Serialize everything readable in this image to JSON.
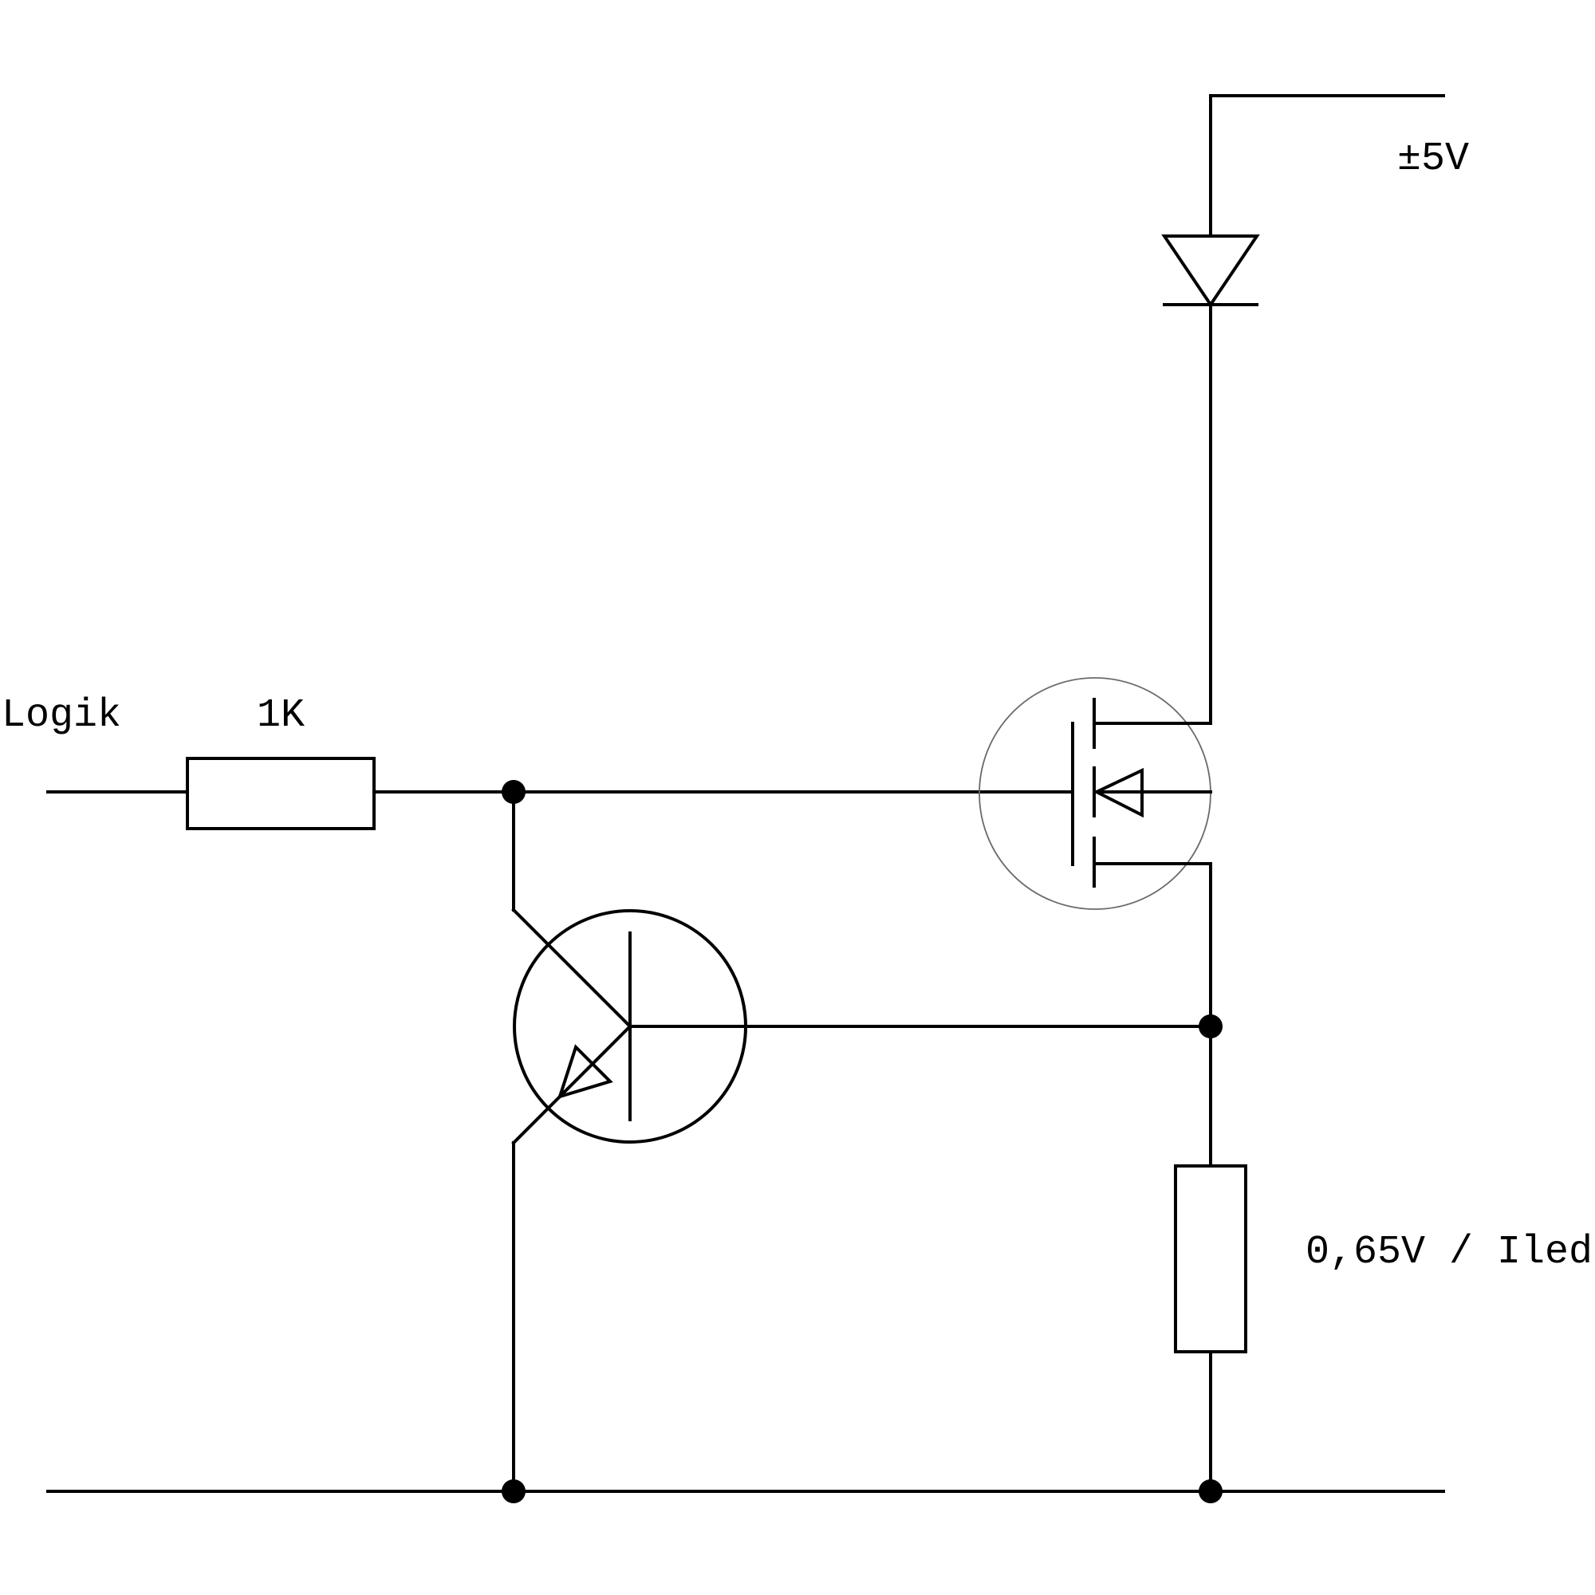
{
  "labels": {
    "input": "Logik",
    "series_resistor": "1K",
    "supply": "±5V",
    "sense_resistor": "0,65V / Iled"
  },
  "components": {
    "series_resistor": "resistor",
    "led": "diode",
    "mosfet": "n-channel-mosfet-with-body-diode",
    "bjt": "npn-transistor",
    "sense_resistor": "resistor"
  },
  "colors": {
    "ink": "#000000",
    "mosfet_outline": "#6a6a6a",
    "background": "#ffffff"
  }
}
